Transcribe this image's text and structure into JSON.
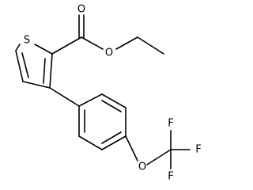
{
  "molecule": {
    "atoms": {
      "sulfur": "S",
      "carbonyl_oxygen": "O",
      "ester_oxygen": "O",
      "ether_oxygen": "O",
      "fluorine_top": "F",
      "fluorine_right": "F",
      "fluorine_bottom": "F"
    },
    "colors": {
      "bond": "#000000",
      "label": "#000000",
      "background": "#ffffff"
    }
  }
}
